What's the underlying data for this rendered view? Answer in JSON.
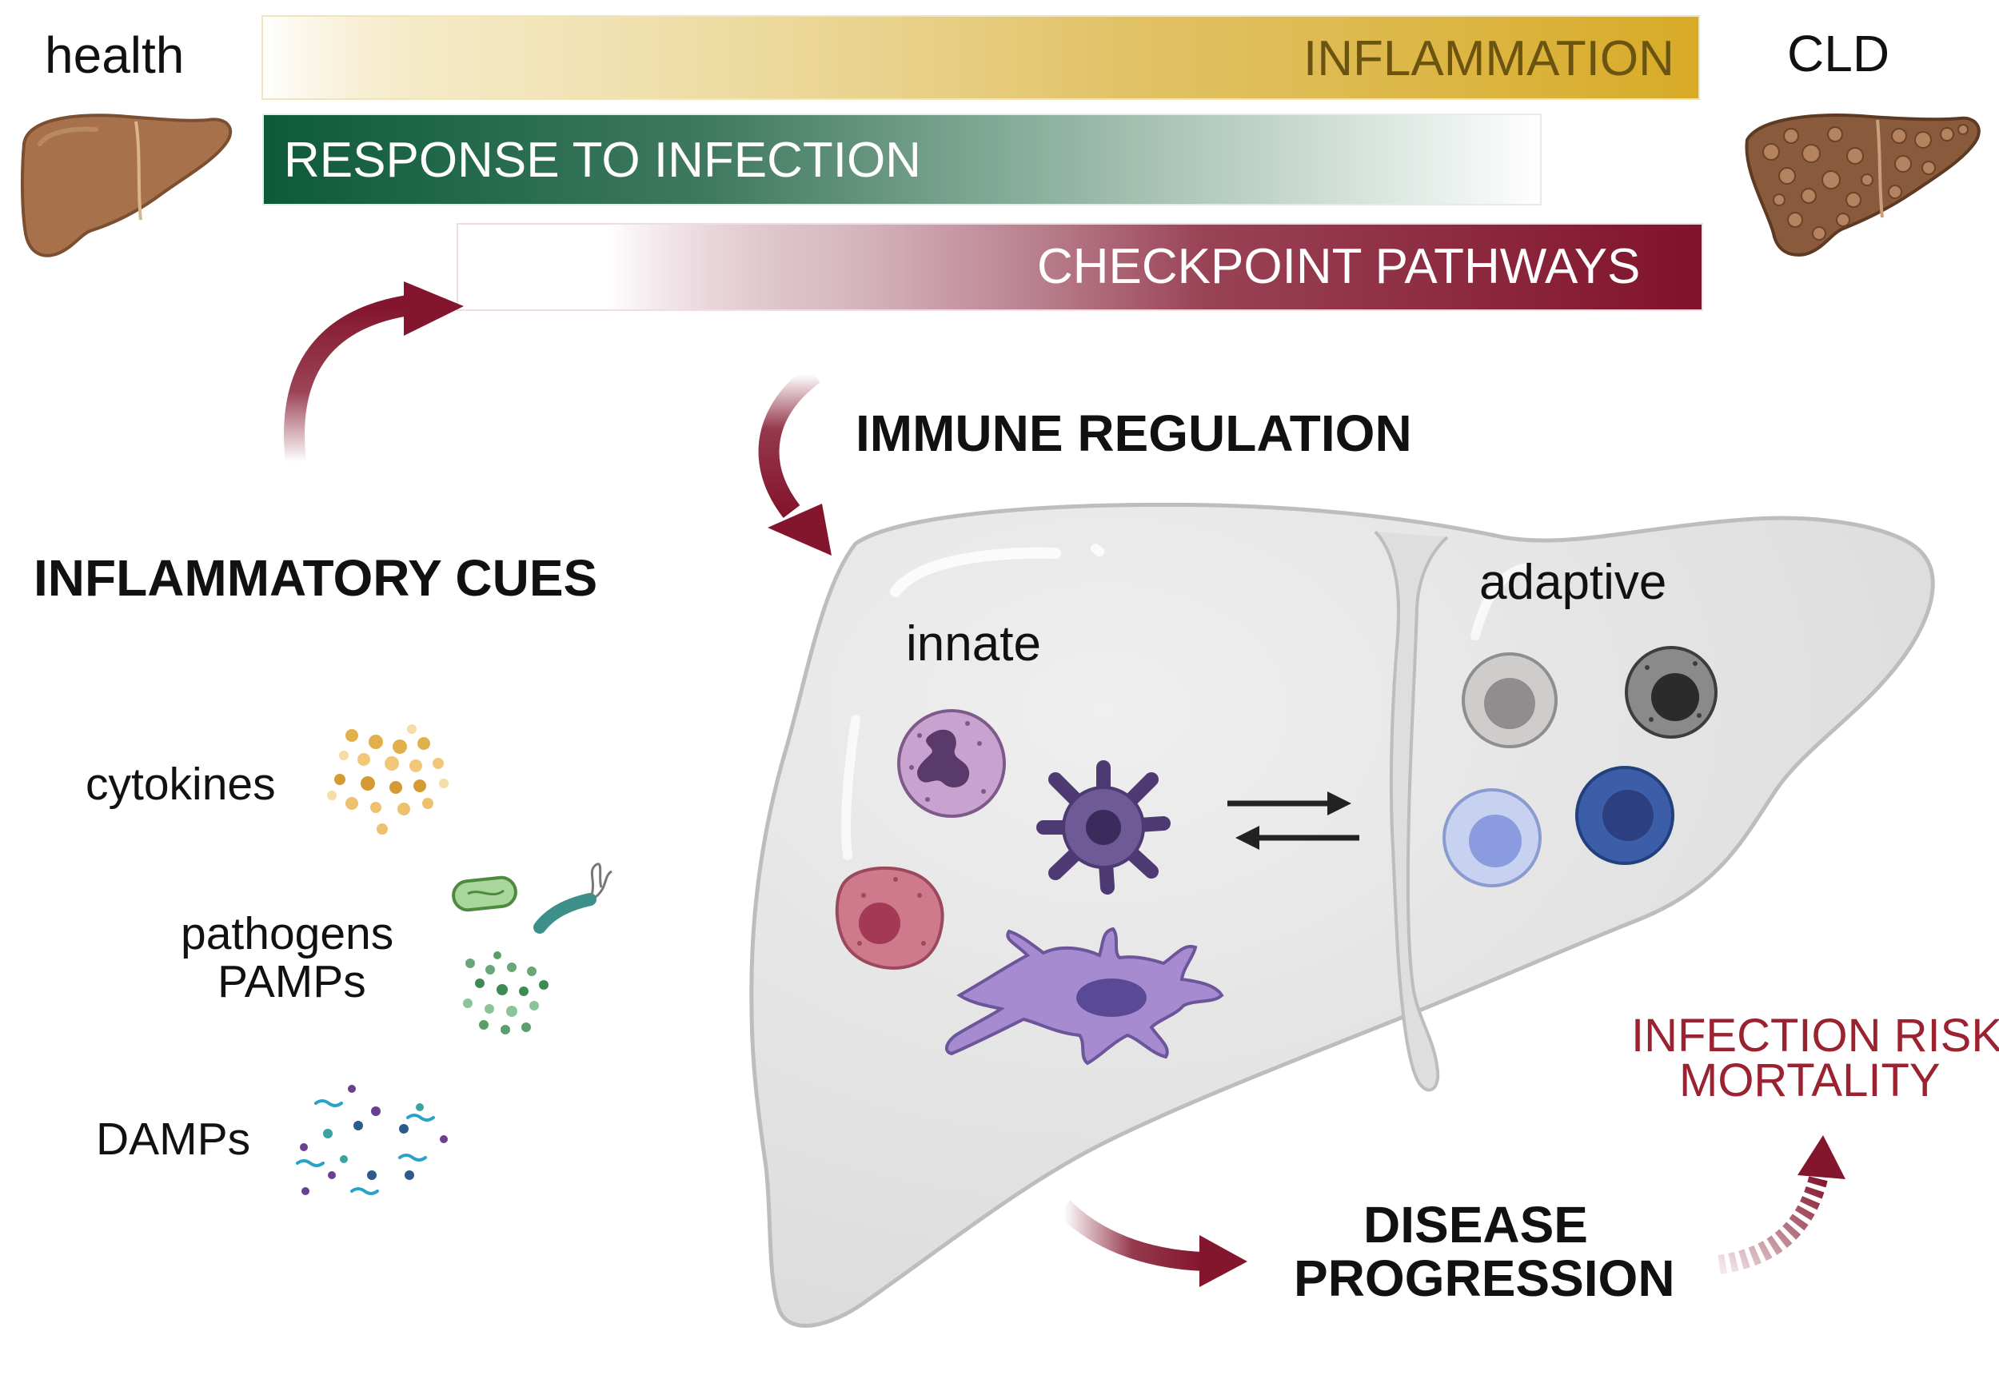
{
  "header": {
    "health_label": "health",
    "cld_label": "CLD"
  },
  "bars": {
    "inflammation": "INFLAMMATION",
    "response": "RESPONSE TO INFECTION",
    "checkpoint": "CHECKPOINT PATHWAYS"
  },
  "labels": {
    "immune_regulation": "IMMUNE REGULATION",
    "inflammatory_cues": "INFLAMMATORY CUES",
    "innate": "innate",
    "adaptive": "adaptive",
    "disease_line1": "DISEASE",
    "disease_line2": "PROGRESSION",
    "risk_line1": "INFECTION RISK",
    "risk_line2": "MORTALITY"
  },
  "cues": {
    "cytokines": "cytokines",
    "pathogens": "pathogens",
    "pamps": "PAMPs",
    "damps": "DAMPs"
  },
  "colors": {
    "inflammation_gold": "#d9ae2e",
    "infection_green": "#0f5b3c",
    "checkpoint_red": "#83152d",
    "risk_text": "#9b2230",
    "liver_health": "#a6714b",
    "liver_cld": "#8a5a3c",
    "liver_body": "#e4e4e4"
  },
  "icons": [
    "healthy-liver-icon",
    "cirrhotic-liver-icon",
    "large-liver-icon",
    "neutrophil-icon",
    "dendritic-cell-icon",
    "macrophage-icon",
    "stellate-cell-icon",
    "lymphocyte-icon",
    "exchange-arrows-icon",
    "cytokine-dots-icon",
    "bacterium-icon",
    "flagellated-bacterium-icon",
    "pamp-dots-icon",
    "damp-particles-icon"
  ]
}
